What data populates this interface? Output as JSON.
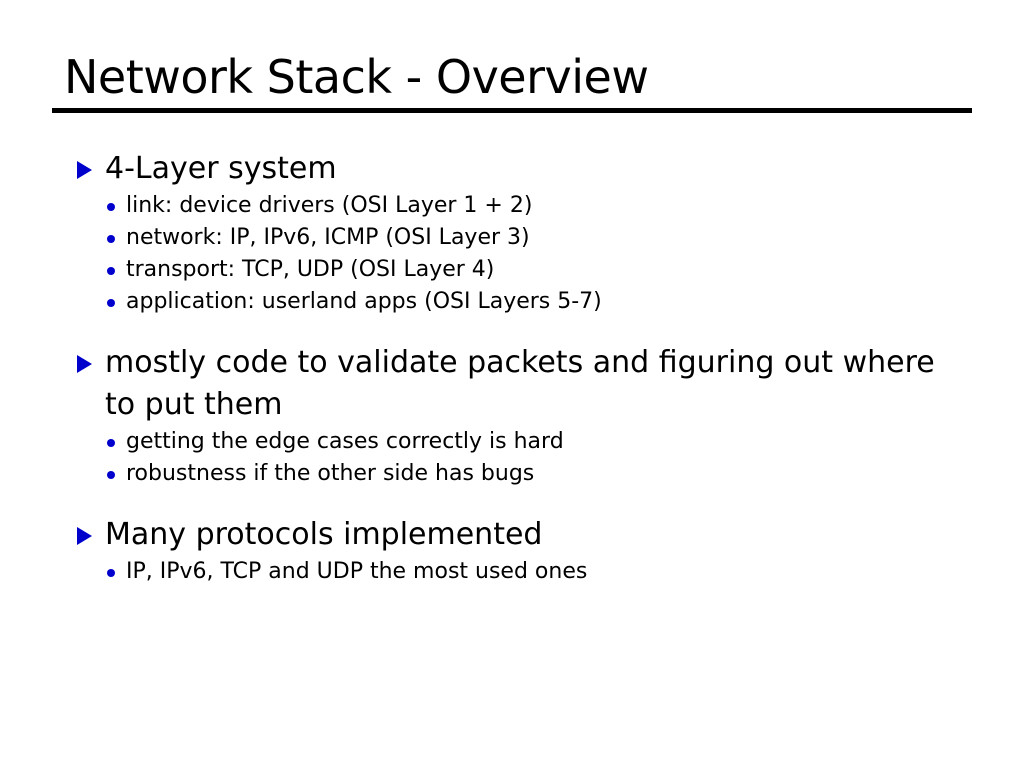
{
  "slide": {
    "title": "Network Stack - Overview",
    "accent_color": "#0000CC",
    "text_color": "#000000",
    "background_color": "#FFFFFF",
    "bullet_level1_icon": "triangle-right-icon",
    "bullet_level2_icon": "dot-icon",
    "groups": [
      {
        "heading": "4-Layer system",
        "items": [
          "link: device drivers (OSI Layer 1 + 2)",
          "network: IP, IPv6, ICMP (OSI Layer 3)",
          "transport: TCP, UDP (OSI Layer 4)",
          "application: userland apps (OSI Layers 5-7)"
        ]
      },
      {
        "heading": "mostly code to validate packets and figuring out where to put them",
        "items": [
          "getting the edge cases correctly is hard",
          "robustness if the other side has bugs"
        ]
      },
      {
        "heading": "Many protocols implemented",
        "items": [
          "IP, IPv6, TCP and UDP the most used ones"
        ]
      }
    ]
  }
}
